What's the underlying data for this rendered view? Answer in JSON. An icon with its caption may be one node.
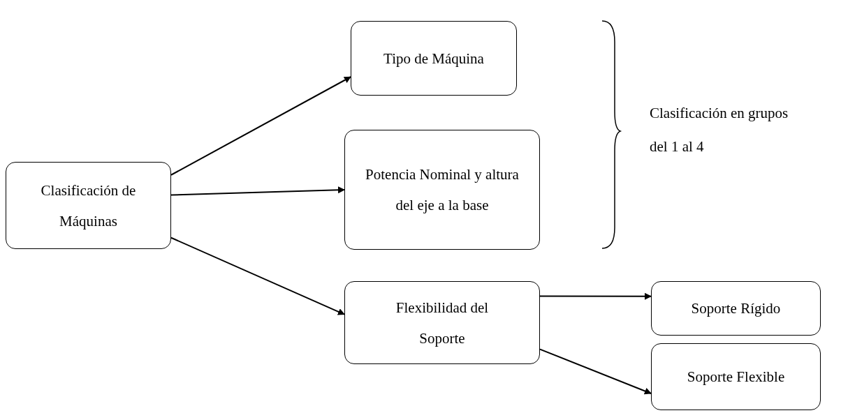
{
  "diagram": {
    "nodes": [
      {
        "text": [
          "Clasificación de Máquinas"
        ]
      },
      {
        "text": [
          "Tipo de Máquina"
        ]
      },
      {
        "text": [
          "Potencia Nominal y altura del eje a la base"
        ]
      },
      {
        "text": [
          "Flexibilidad del Soporte"
        ]
      },
      {
        "text": [
          "Soporte Rígido"
        ]
      },
      {
        "text": [
          "Soporte Flexible"
        ]
      }
    ],
    "edges": [
      {
        "from": 0,
        "to": 1,
        "arrow": "to"
      },
      {
        "from": 0,
        "to": 2,
        "arrow": "to"
      },
      {
        "from": 0,
        "to": 3,
        "arrow": "to"
      },
      {
        "from": 3,
        "to": 4,
        "arrow": "to"
      },
      {
        "from": 3,
        "to": 5,
        "arrow": "to"
      }
    ],
    "labels": [
      "Clasificación en grupos del 1 al 4"
    ]
  }
}
